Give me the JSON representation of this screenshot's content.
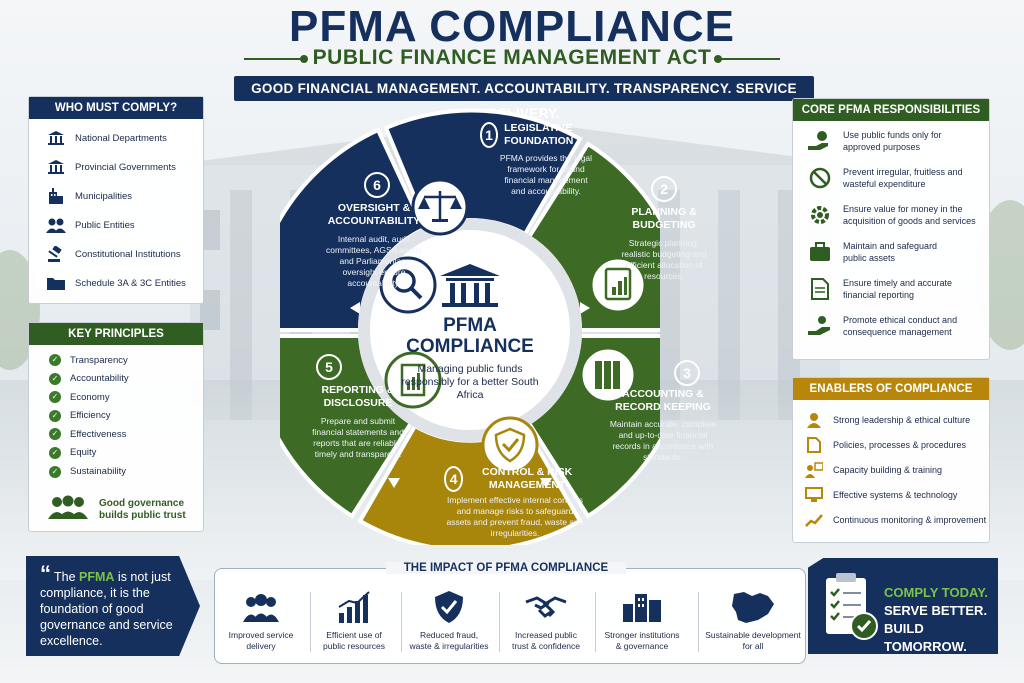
{
  "header": {
    "title": "PFMA COMPLIANCE",
    "subtitle": "PUBLIC FINANCE MANAGEMENT ACT",
    "banner": "GOOD FINANCIAL MANAGEMENT. ACCOUNTABILITY. TRANSPARENCY. SERVICE DELIVERY."
  },
  "who_must_comply": {
    "heading": "WHO MUST COMPLY?",
    "items": [
      {
        "label": "National Departments",
        "icon": "building-columns-icon"
      },
      {
        "label": "Provincial Governments",
        "icon": "building-columns-icon"
      },
      {
        "label": "Municipalities",
        "icon": "city-building-icon"
      },
      {
        "label": "Public Entities",
        "icon": "people-group-icon"
      },
      {
        "label": "Constitutional Institutions",
        "icon": "gavel-icon"
      },
      {
        "label": "Schedule 3A & 3C Entities",
        "icon": "folder-icon"
      }
    ]
  },
  "key_principles": {
    "heading": "KEY PRINCIPLES",
    "items": [
      "Transparency",
      "Accountability",
      "Economy",
      "Efficiency",
      "Effectiveness",
      "Equity",
      "Sustainability"
    ],
    "footer": "Good governance builds public trust",
    "check_icon": "check-circle-icon",
    "footer_icon": "people-group-icon"
  },
  "cycle": {
    "center": {
      "icon": "building-columns-icon",
      "title_line1": "PFMA",
      "title_line2": "COMPLIANCE",
      "text": "Managing public funds responsibly for a better South Africa"
    },
    "segments": [
      {
        "num": "1",
        "title": "LEGISLATIVE FOUNDATION",
        "text": "PFMA provides the legal framework for sound financial management and accountability.",
        "icon": "",
        "color": "#16305e"
      },
      {
        "num": "2",
        "title": "PLANNING & BUDGETING",
        "text": "Strategic planning, realistic budgeting and efficient allocation of resources.",
        "icon": "clipboard-chart-icon",
        "color": "#3d6b25"
      },
      {
        "num": "3",
        "title": "ACCOUNTING & RECORD KEEPING",
        "text": "Maintain accurate, complete and up-to-date financial records in accordance with standards.",
        "icon": "binders-icon",
        "color": "#3d6b25"
      },
      {
        "num": "4",
        "title": "CONTROL & RISK MANAGEMENT",
        "text": "Implement effective internal controls and manage risks to safeguard assets and prevent fraud, waste and irregularities.",
        "icon": "shield-check-icon",
        "color": "#a8860c"
      },
      {
        "num": "5",
        "title": "REPORTING & DISCLOSURE",
        "text": "Prepare and submit financial statements and reports that are reliable, timely and transparent.",
        "icon": "report-document-icon",
        "color": "#3d6b25"
      },
      {
        "num": "6",
        "title": "OVERSIGHT & ACCOUNTABILITY",
        "text": "Internal audit, audit committees, AGSA audits and Parliamentary oversight ensure accountability.",
        "icon": "magnifier-icon",
        "color": "#16305e"
      }
    ],
    "scales_icon": "scales-icon"
  },
  "responsibilities": {
    "heading": "CORE PFMA RESPONSIBILITIES",
    "items": [
      {
        "line1": "Use public funds only for",
        "line2": "approved purposes",
        "icon": "hand-coin-icon"
      },
      {
        "line1": "Prevent irregular, fruitless and",
        "line2": "wasteful expenditure",
        "icon": "no-money-icon"
      },
      {
        "line1": "Ensure value for money in the",
        "line2": "acquisition of goods and services",
        "icon": "gear-money-icon"
      },
      {
        "line1": "Maintain and safeguard",
        "line2": "public assets",
        "icon": "briefcase-icon"
      },
      {
        "line1": "Ensure timely and accurate",
        "line2": "financial reporting",
        "icon": "document-icon"
      },
      {
        "line1": "Promote ethical conduct and",
        "line2": "consequence management",
        "icon": "hand-person-icon"
      }
    ]
  },
  "enablers": {
    "heading": "ENABLERS OF COMPLIANCE",
    "items": [
      {
        "label": "Strong leadership & ethical culture",
        "icon": "leader-icon"
      },
      {
        "label": "Policies, processes & procedures",
        "icon": "policy-document-icon"
      },
      {
        "label": "Capacity building & training",
        "icon": "training-icon"
      },
      {
        "label": "Effective systems & technology",
        "icon": "computer-icon"
      },
      {
        "label": "Continuous monitoring & improvement",
        "icon": "trend-chart-icon"
      }
    ]
  },
  "quote": {
    "before": "The ",
    "highlight": "PFMA",
    "after": " is not just compliance, it is the foundation of good governance and service excellence.",
    "icon": "quote-mark-icon"
  },
  "impact": {
    "heading": "THE IMPACT OF PFMA COMPLIANCE",
    "items": [
      {
        "line1": "Improved service",
        "line2": "delivery",
        "icon": "people-group-icon"
      },
      {
        "line1": "Efficient use of",
        "line2": "public resources",
        "icon": "bar-growth-icon"
      },
      {
        "line1": "Reduced fraud,",
        "line2": "waste & irregularities",
        "icon": "shield-check-icon"
      },
      {
        "line1": "Increased public",
        "line2": "trust & confidence",
        "icon": "handshake-icon"
      },
      {
        "line1": "Stronger institutions",
        "line2": "& governance",
        "icon": "city-building-icon"
      },
      {
        "line1": "Sustainable development",
        "line2": "for all",
        "icon": "south-africa-map-icon"
      }
    ]
  },
  "cta": {
    "line1": "COMPLY TODAY.",
    "line2": "SERVE BETTER.",
    "line3": "BUILD TOMORROW.",
    "icon": "checklist-icon"
  },
  "colors": {
    "navy": "#16305e",
    "green": "#3d6b25",
    "gold": "#a8860c",
    "accent_green": "#7cc14a"
  }
}
